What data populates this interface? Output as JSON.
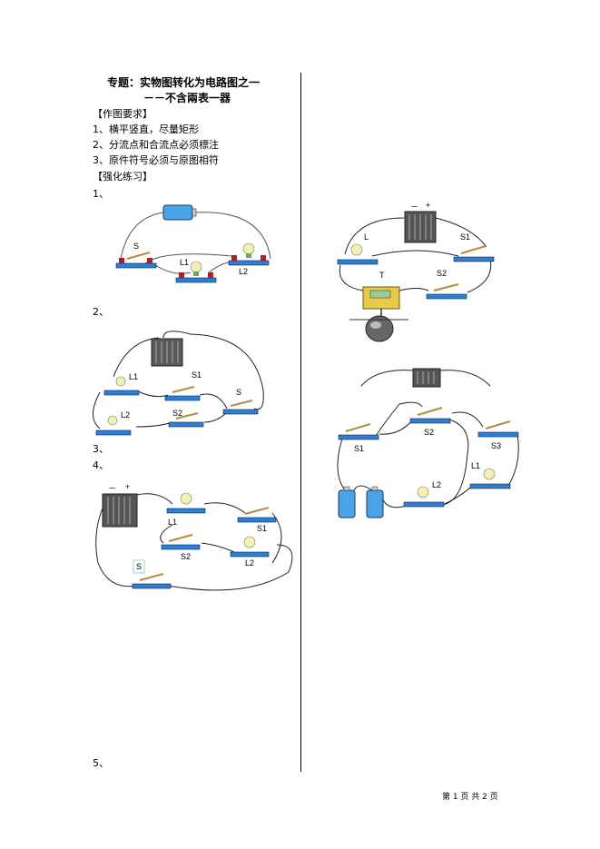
{
  "title": {
    "line1": "专题：实物图转化为电路图之一",
    "line2": "－－不含兩表一器"
  },
  "requirements": {
    "header": "【作图要求】",
    "items": [
      "1、横平竖直，尽量矩形",
      "2、分流点和合流点必须標注",
      "3、原件符号必须与原图相符"
    ]
  },
  "practice": {
    "header": "【强化练习】",
    "numbers": [
      "1、",
      "2、",
      "3、",
      "4、",
      "5、"
    ]
  },
  "fig1": {
    "labels": [
      "S",
      "L1",
      "L2"
    ]
  },
  "fig2": {
    "labels": [
      "L1",
      "S1",
      "S",
      "L2",
      "S2"
    ]
  },
  "fig4": {
    "labels": [
      "－",
      "+",
      "L1",
      "S1",
      "S2",
      "L2",
      "S"
    ]
  },
  "fig_r1": {
    "labels": [
      "－",
      "+",
      "L",
      "S1",
      "T",
      "S2"
    ]
  },
  "fig_r2": {
    "labels": [
      "S1",
      "S2",
      "S3",
      "L1",
      "L2"
    ]
  },
  "footer": "第 1 页 共 2 页"
}
